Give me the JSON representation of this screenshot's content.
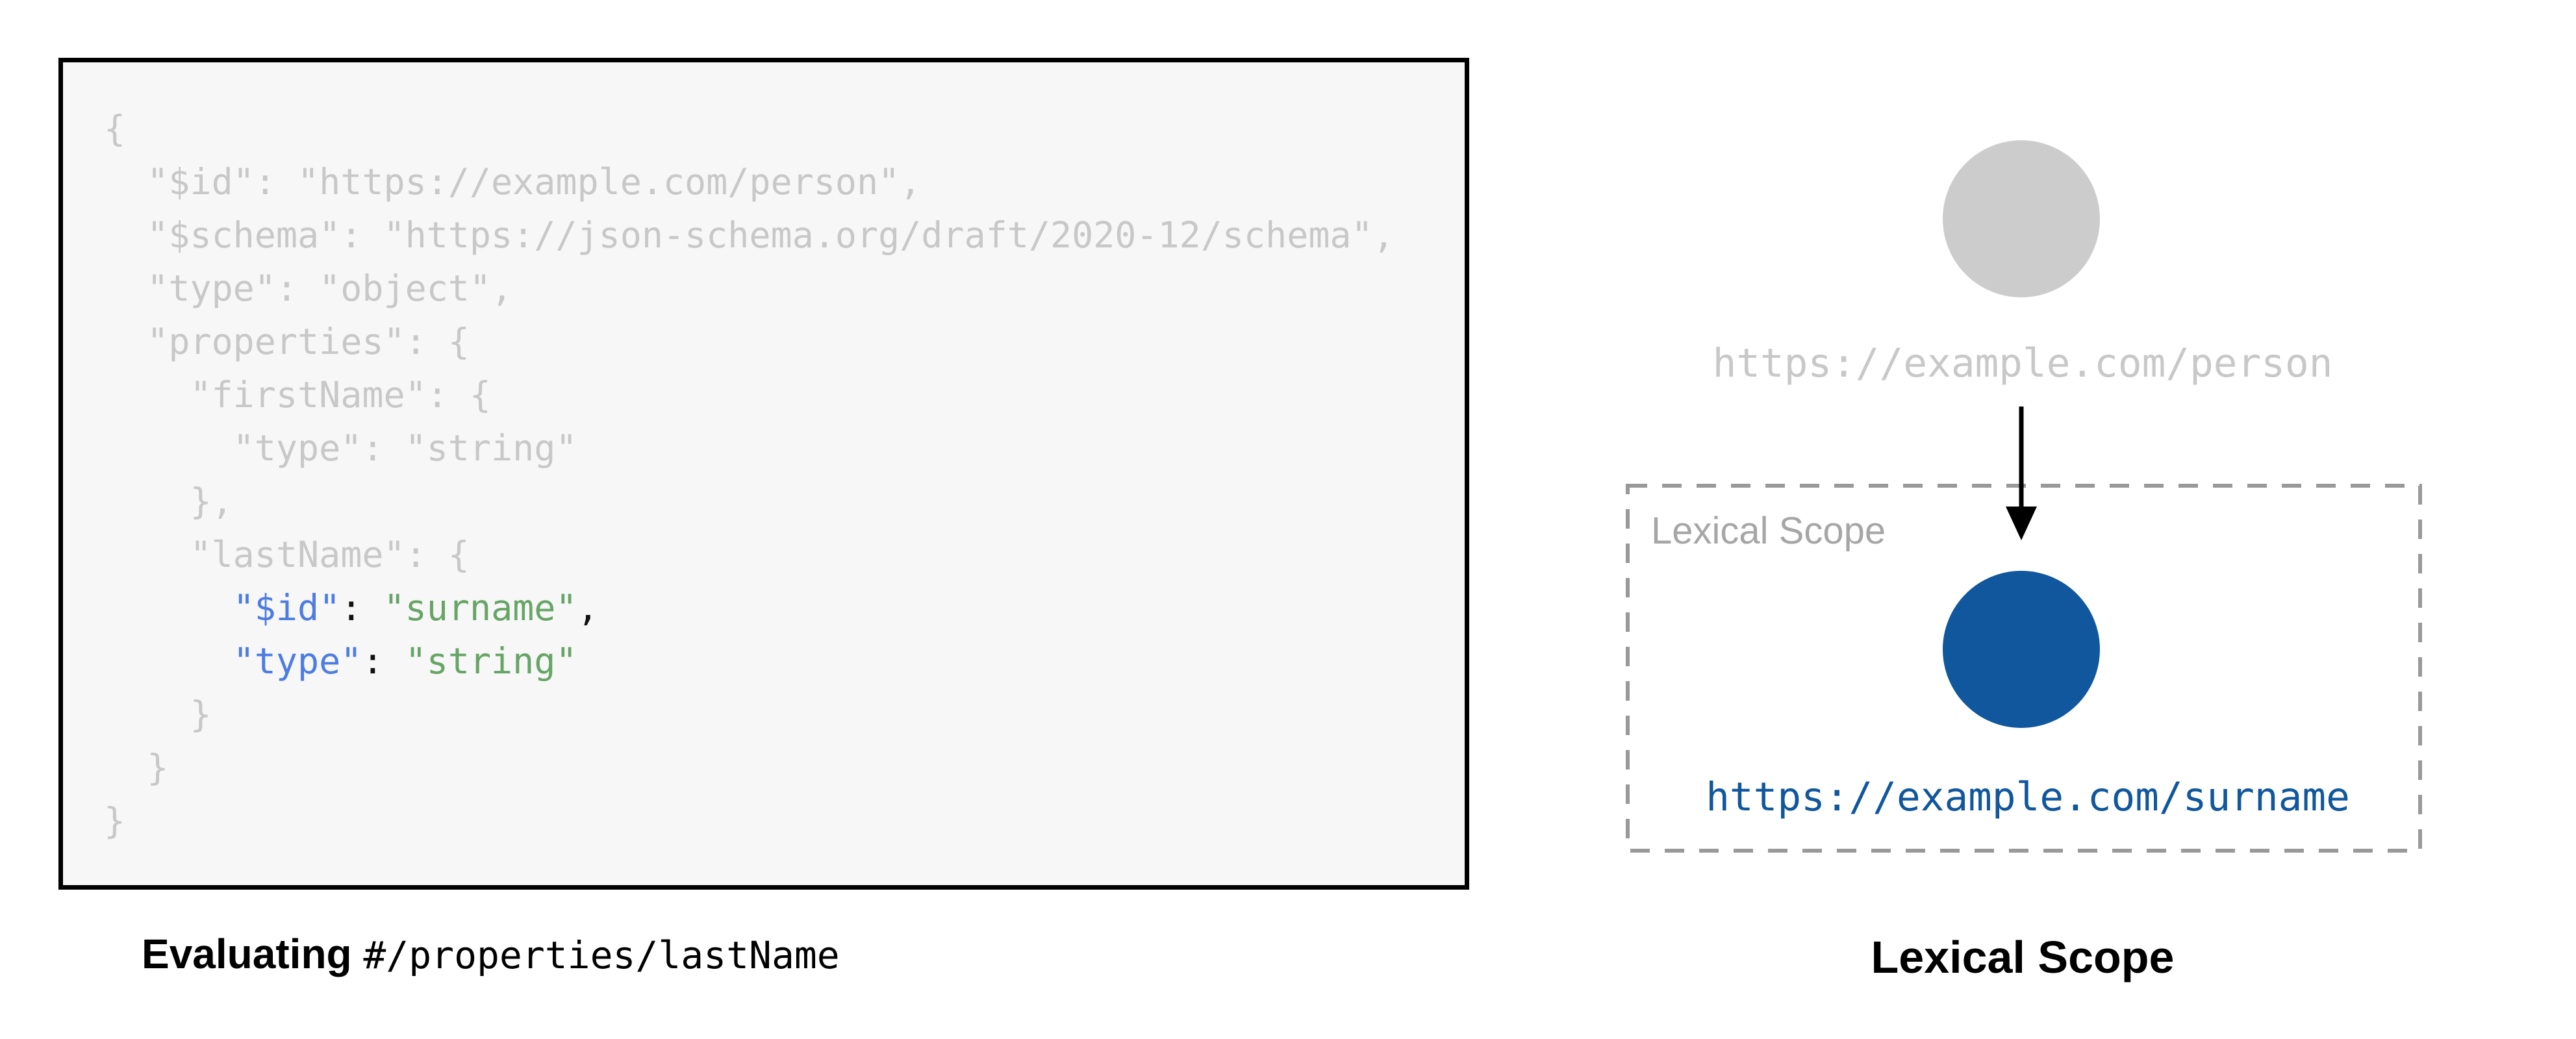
{
  "left_panel": {
    "caption": {
      "prefix": "Evaluating ",
      "path": "#/properties/lastName"
    },
    "code": {
      "language": "json-schema",
      "lines": [
        [
          {
            "t": "{",
            "c": "muted"
          }
        ],
        [
          {
            "t": "  \"$id\": \"https://example.com/person\",",
            "c": "muted"
          }
        ],
        [
          {
            "t": "  \"$schema\": \"https://json-schema.org/draft/2020-12/schema\",",
            "c": "muted"
          }
        ],
        [
          {
            "t": "  \"type\": \"object\",",
            "c": "muted"
          }
        ],
        [
          {
            "t": "  \"properties\": {",
            "c": "muted"
          }
        ],
        [
          {
            "t": "    \"firstName\": {",
            "c": "muted"
          }
        ],
        [
          {
            "t": "      \"type\": \"string\"",
            "c": "muted"
          }
        ],
        [
          {
            "t": "    },",
            "c": "muted"
          }
        ],
        [
          {
            "t": "    \"lastName\": {",
            "c": "muted"
          }
        ],
        [
          {
            "t": "      ",
            "c": "muted"
          },
          {
            "t": "\"$id\"",
            "c": "key"
          },
          {
            "t": ": ",
            "c": "punct"
          },
          {
            "t": "\"surname\"",
            "c": "string"
          },
          {
            "t": ",",
            "c": "punct"
          }
        ],
        [
          {
            "t": "      ",
            "c": "muted"
          },
          {
            "t": "\"type\"",
            "c": "key"
          },
          {
            "t": ": ",
            "c": "punct"
          },
          {
            "t": "\"string\"",
            "c": "string"
          }
        ],
        [
          {
            "t": "    }",
            "c": "muted"
          }
        ],
        [
          {
            "t": "  }",
            "c": "muted"
          }
        ],
        [
          {
            "t": "}",
            "c": "muted"
          }
        ]
      ]
    }
  },
  "right_panel": {
    "parent_node": {
      "shape": "circle",
      "label": "https://example.com/person"
    },
    "arrow_icon": "down-arrow",
    "scope_box": {
      "label": "Lexical Scope"
    },
    "child_node": {
      "shape": "circle",
      "label": "https://example.com/surname"
    },
    "caption": "Lexical Scope"
  },
  "colors": {
    "page_bg": "#ffffff",
    "code_box_bg": "#f7f7f7",
    "code_box_border": "#000000",
    "muted": "#c8c8c8",
    "key": "#4d7ce2",
    "string": "#67a567",
    "punct": "#111111",
    "node_gray": "#cccccc",
    "node_blue": "#10579d",
    "dashed_border": "#999999",
    "scope_label": "#a6a6a6",
    "arrow": "#000000",
    "caption": "#000000"
  }
}
